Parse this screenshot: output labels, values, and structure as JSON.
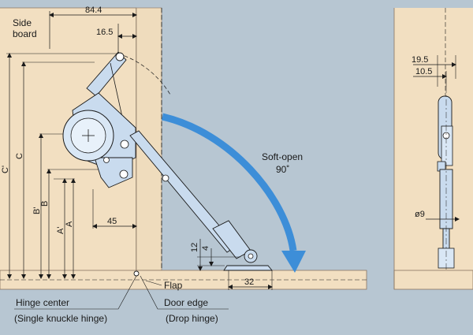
{
  "labels": {
    "side_board": [
      "Side",
      "board"
    ],
    "flap": "Flap",
    "soft_open": "Soft-open",
    "angle": "90˚",
    "hinge_center": "Hinge center",
    "hinge_center_note": "(Single knuckle hinge)",
    "door_edge": "Door edge",
    "door_edge_note": "(Drop hinge)"
  },
  "dimensions": {
    "top_width": "84.4",
    "offset_16": "16.5",
    "width_45": "45",
    "height_12": "12",
    "height_4": "4",
    "width_32": "32",
    "side_19": "19.5",
    "side_10": "10.5",
    "diameter": "ø9",
    "vertical": [
      "C'",
      "C",
      "B'",
      "B",
      "A'",
      "A"
    ]
  },
  "colors": {
    "background": "#b7c6d2",
    "wood": "#f2dfc1",
    "wood_edge": "#8a7460",
    "arrow": "#3d8ed8",
    "metal": "#c9dbee",
    "line": "#1a1a1a"
  }
}
